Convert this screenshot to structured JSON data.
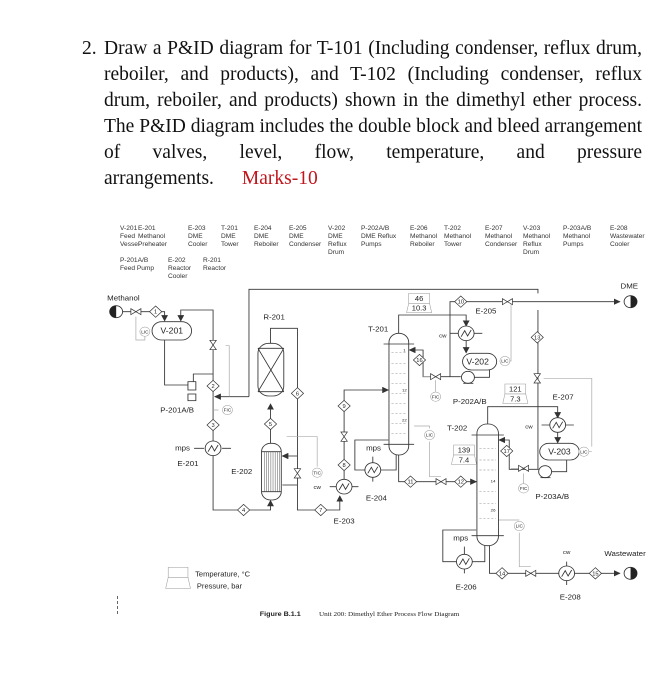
{
  "question": {
    "number": "2.",
    "text": "Draw a P&ID diagram for T-101 (Including condenser, reflux drum, reboiler, and products), and T-102 (Including condenser, reflux drum, reboiler, and products) shown in the dimethyl ether process. The P&ID diagram includes the double block and bleed arrangement of valves, level, flow, temperature, and pressure arrangements.",
    "marks": "Marks-10",
    "marks_color": "#c0171d"
  },
  "equipment_legend": [
    {
      "tag": "V-201",
      "lines": [
        "Feed",
        "Vessel"
      ]
    },
    {
      "tag": "E-201",
      "lines": [
        "Methanol",
        "Preheater"
      ]
    },
    {
      "tag": "E-203",
      "lines": [
        "DME",
        "Cooler"
      ]
    },
    {
      "tag": "T-201",
      "lines": [
        "DME",
        "Tower"
      ]
    },
    {
      "tag": "E-204",
      "lines": [
        "DME",
        "Reboiler"
      ]
    },
    {
      "tag": "E-205",
      "lines": [
        "DME",
        "Condenser"
      ]
    },
    {
      "tag": "V-202",
      "lines": [
        "DME",
        "Reflux",
        "Drum"
      ]
    },
    {
      "tag": "P-202A/B",
      "lines": [
        "DME Reflux",
        "Pumps"
      ]
    },
    {
      "tag": "E-206",
      "lines": [
        "Methanol",
        "Reboiler"
      ]
    },
    {
      "tag": "T-202",
      "lines": [
        "Methanol",
        "Tower"
      ]
    },
    {
      "tag": "E-207",
      "lines": [
        "Methanol",
        "Condenser"
      ]
    },
    {
      "tag": "V-203",
      "lines": [
        "Methanol",
        "Reflux",
        "Drum"
      ]
    },
    {
      "tag": "P-203A/B",
      "lines": [
        "Methanol",
        "Pumps"
      ]
    },
    {
      "tag": "E-208",
      "lines": [
        "Wastewater",
        "Cooler"
      ]
    },
    {
      "tag": "P-201A/B",
      "lines": [
        "Feed Pump"
      ]
    },
    {
      "tag": "E-202",
      "lines": [
        "Reactor",
        "Cooler"
      ]
    },
    {
      "tag": "R-201",
      "lines": [
        "Reactor"
      ]
    }
  ],
  "diagram": {
    "labels": {
      "methanol": "Methanol",
      "dme": "DME",
      "wastewater": "Wastewater",
      "v201": "V-201",
      "p201": "P-201A/B",
      "e201": "E-201",
      "e202": "E-202",
      "r201": "R-201",
      "e203": "E-203",
      "t201": "T-201",
      "e204": "E-204",
      "e205": "E-205",
      "v202": "V-202",
      "p202": "P-202A/B",
      "t202": "T-202",
      "e206": "E-206",
      "e207": "E-207",
      "v203": "V-203",
      "p203": "P-203A/B",
      "e208": "E-208",
      "mps": "mps",
      "cw": "cw",
      "lic": "LIC",
      "fic": "FIC",
      "tic": "TIC",
      "tray1": "1",
      "tray12": "12",
      "tray22": "22",
      "tray14": "14",
      "tray26": "26"
    },
    "streams": [
      "1",
      "2",
      "3",
      "4",
      "5",
      "6",
      "7",
      "8",
      "9",
      "10",
      "11",
      "12",
      "13",
      "14",
      "15",
      "16",
      "17"
    ],
    "conditions": [
      {
        "temperature": "46",
        "pressure": "10.3"
      },
      {
        "temperature": "121",
        "pressure": "7.3"
      },
      {
        "temperature": "139",
        "pressure": "7.4"
      }
    ],
    "legend": {
      "temperature": "Temperature, °C",
      "pressure": "Pressure, bar"
    },
    "caption": {
      "label": "Figure B.1.1",
      "text": "Unit 200: Dimethyl Ether Process Flow Diagram"
    }
  }
}
